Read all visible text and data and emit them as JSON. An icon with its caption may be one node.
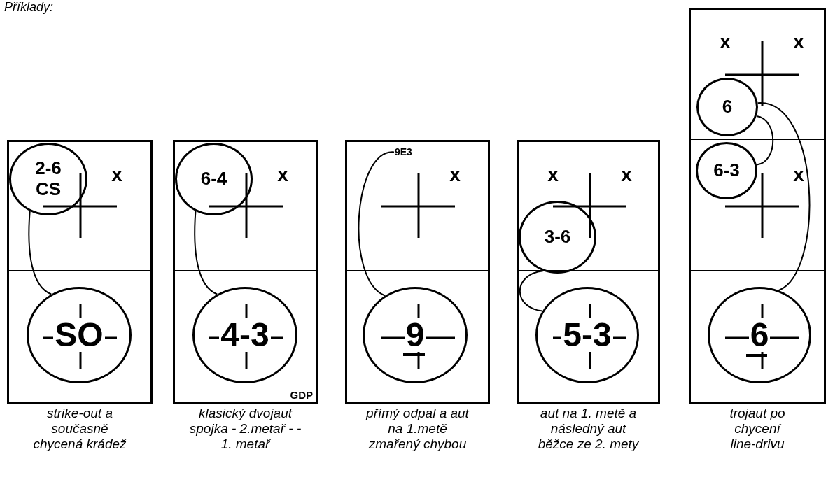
{
  "diagram": {
    "title": "Příklady:",
    "nodes": [
      {
        "text": [
          "x"
        ]
      },
      {
        "text": [
          "2-6",
          "CS"
        ],
        "in": 0
      },
      {
        "text": [],
        "shape": "box",
        "beside": [
          "strike-out a současně chycená krádež"
        ]
      },
      {
        "text": [
          "SO"
        ],
        "in": 2
      },
      {
        "text": [
          "x"
        ]
      },
      {
        "text": [
          "6-4"
        ],
        "in": 4
      },
      {
        "text": [
          "GDP"
        ],
        "beside": [
          "klasický dvojaut spojka - 2.metař - - 1. metař"
        ]
      },
      {
        "text": [
          "4-3"
        ],
        "in": 6
      },
      {
        "text": [
          "x"
        ]
      },
      {
        "text": [
          "9E3"
        ],
        "in": 8
      },
      {
        "text": [],
        "shape": "box",
        "beside": [
          "přímý odpal a aut na 1.metě zmařený chybou"
        ]
      },
      {
        "text": [
          "9"
        ],
        "in": 10
      },
      {
        "text": [
          "x",
          "x"
        ]
      },
      {
        "text": [
          "3-6"
        ],
        "in": 12
      },
      {
        "text": [],
        "shape": "box",
        "beside": [
          "aut na 1. metě a následný aut běžce ze 2. mety"
        ]
      },
      {
        "text": [
          "5-3"
        ],
        "in": 14
      },
      {
        "text": [
          "x",
          "x"
        ]
      },
      {
        "text": [
          "6"
        ],
        "in": 16
      },
      {
        "text": [
          "x"
        ]
      },
      {
        "text": [
          "6-3"
        ],
        "in": 18
      },
      {
        "text": [],
        "shape": "box",
        "beside": [
          "trojaut po chycení line-drivu"
        ]
      },
      {
        "text": [
          "6"
        ],
        "in": 20
      }
    ],
    "edges": [
      {
        "from": 1,
        "to": 3,
        "arrow": "none"
      },
      {
        "from": 5,
        "to": 7,
        "arrow": "none"
      },
      {
        "from": 9,
        "to": 11,
        "arrow": "none"
      },
      {
        "from": 13,
        "to": 15,
        "arrow": "none"
      },
      {
        "from": 17,
        "to": 19,
        "arrow": "none"
      },
      {
        "from": 17,
        "to": 21,
        "arrow": "none"
      }
    ]
  }
}
